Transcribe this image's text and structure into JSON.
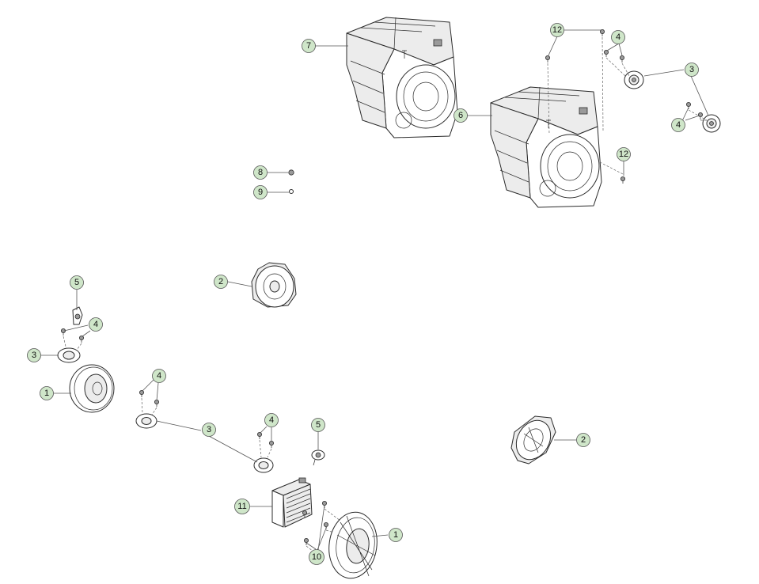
{
  "colors": {
    "callout_fill": "#cfe6c9",
    "callout_stroke": "#555555",
    "line": "#2b2b2b"
  },
  "callouts": [
    {
      "label": "7",
      "part": "subwoofer-enclosure"
    },
    {
      "label": "12",
      "part": "screw"
    },
    {
      "label": "4",
      "part": "screw"
    },
    {
      "label": "3",
      "part": "tweeter"
    },
    {
      "label": "4",
      "part": "screw"
    },
    {
      "label": "6",
      "part": "subwoofer-enclosure"
    },
    {
      "label": "12",
      "part": "screw"
    },
    {
      "label": "8",
      "part": "nut"
    },
    {
      "label": "9",
      "part": "washer"
    },
    {
      "label": "5",
      "part": "tweeter-bracket"
    },
    {
      "label": "4",
      "part": "screw"
    },
    {
      "label": "3",
      "part": "tweeter"
    },
    {
      "label": "1",
      "part": "door-speaker"
    },
    {
      "label": "2",
      "part": "rear-speaker"
    },
    {
      "label": "4",
      "part": "screw"
    },
    {
      "label": "3",
      "part": "tweeter"
    },
    {
      "label": "4",
      "part": "screw"
    },
    {
      "label": "5",
      "part": "tweeter-bracket"
    },
    {
      "label": "11",
      "part": "amplifier"
    },
    {
      "label": "1",
      "part": "door-speaker"
    },
    {
      "label": "10",
      "part": "screw"
    },
    {
      "label": "2",
      "part": "rear-speaker"
    }
  ]
}
